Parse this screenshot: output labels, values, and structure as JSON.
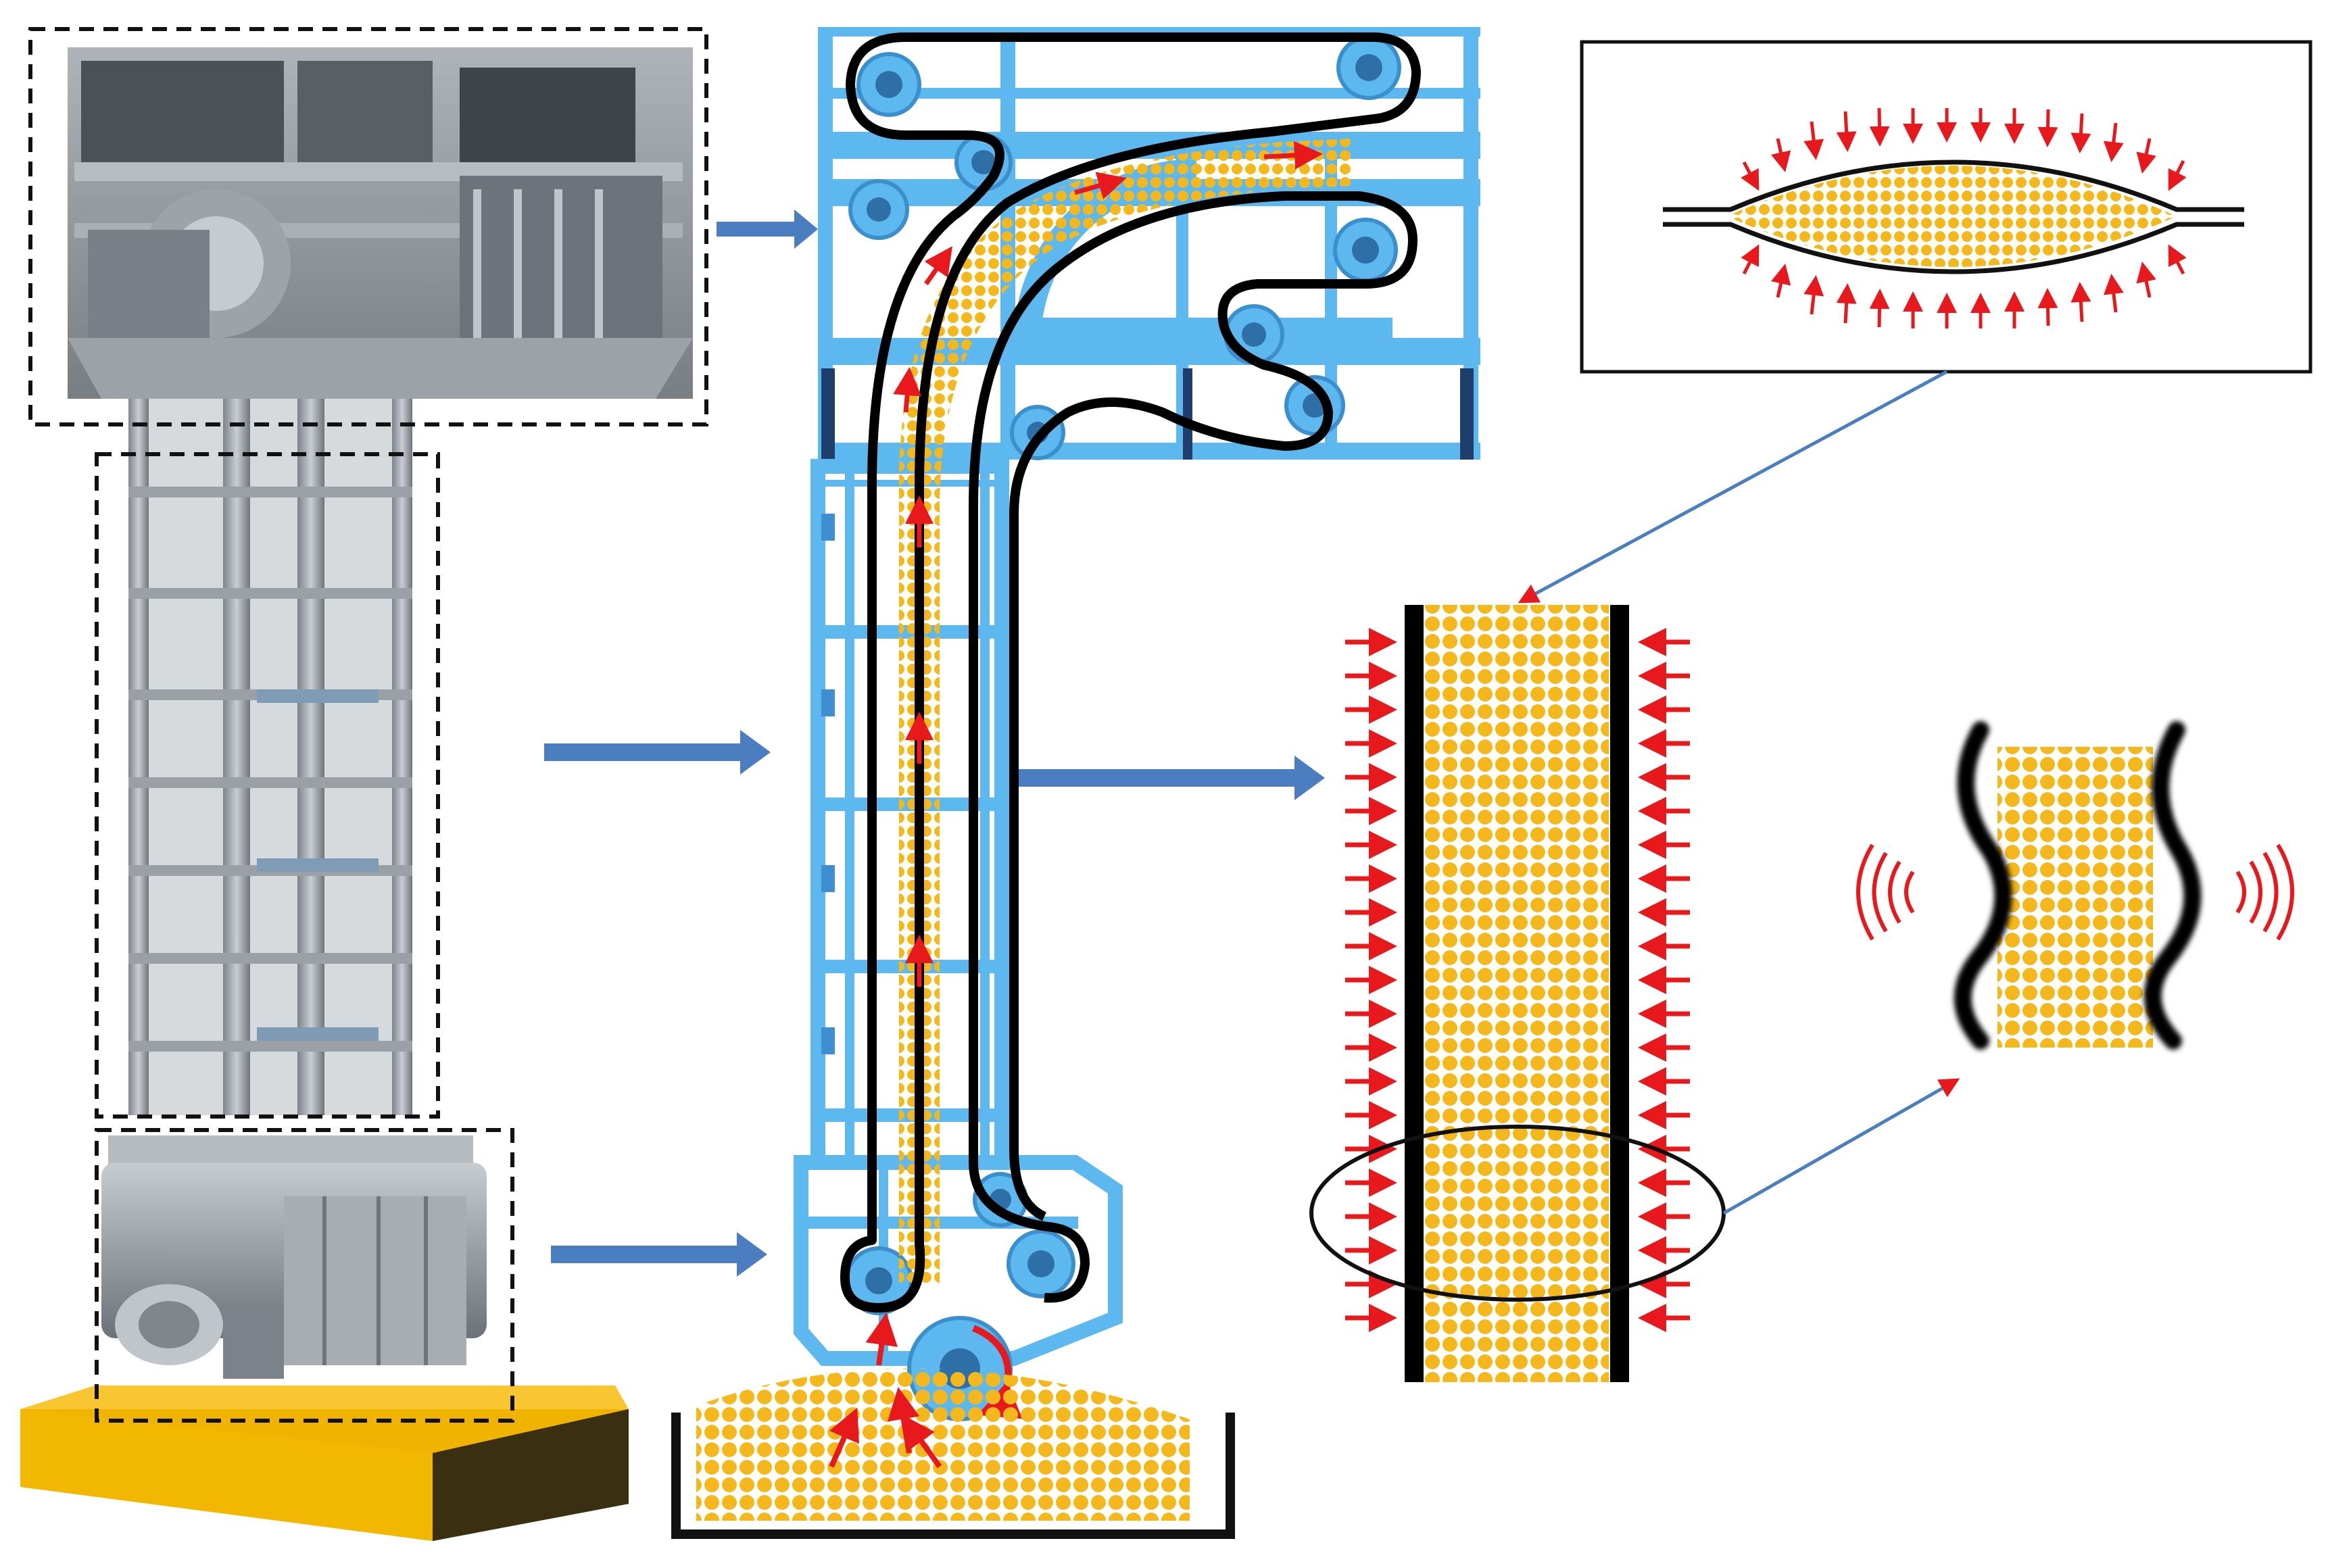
{
  "figure": {
    "panels": {
      "machine_photo": "elevator-photo",
      "conveyor_schematic": "belt-conveyor-schematic",
      "cross_section": "squeezed-belt-cross-section",
      "side_pressure": "vertical-section-pressure",
      "vibration": "vibration-detail"
    },
    "colors": {
      "frame": "#5db8f0",
      "belt": "#000000",
      "grain": "#f5b81c",
      "pressure_arrow": "#e8191c",
      "pointer_arrow": "#4a7ec0",
      "base_block": "#f0b400",
      "machine_metal": "#9aa0a6"
    },
    "icons": [
      "pulley-icon",
      "rotation-arrow-icon",
      "vibration-wave-icon"
    ]
  }
}
